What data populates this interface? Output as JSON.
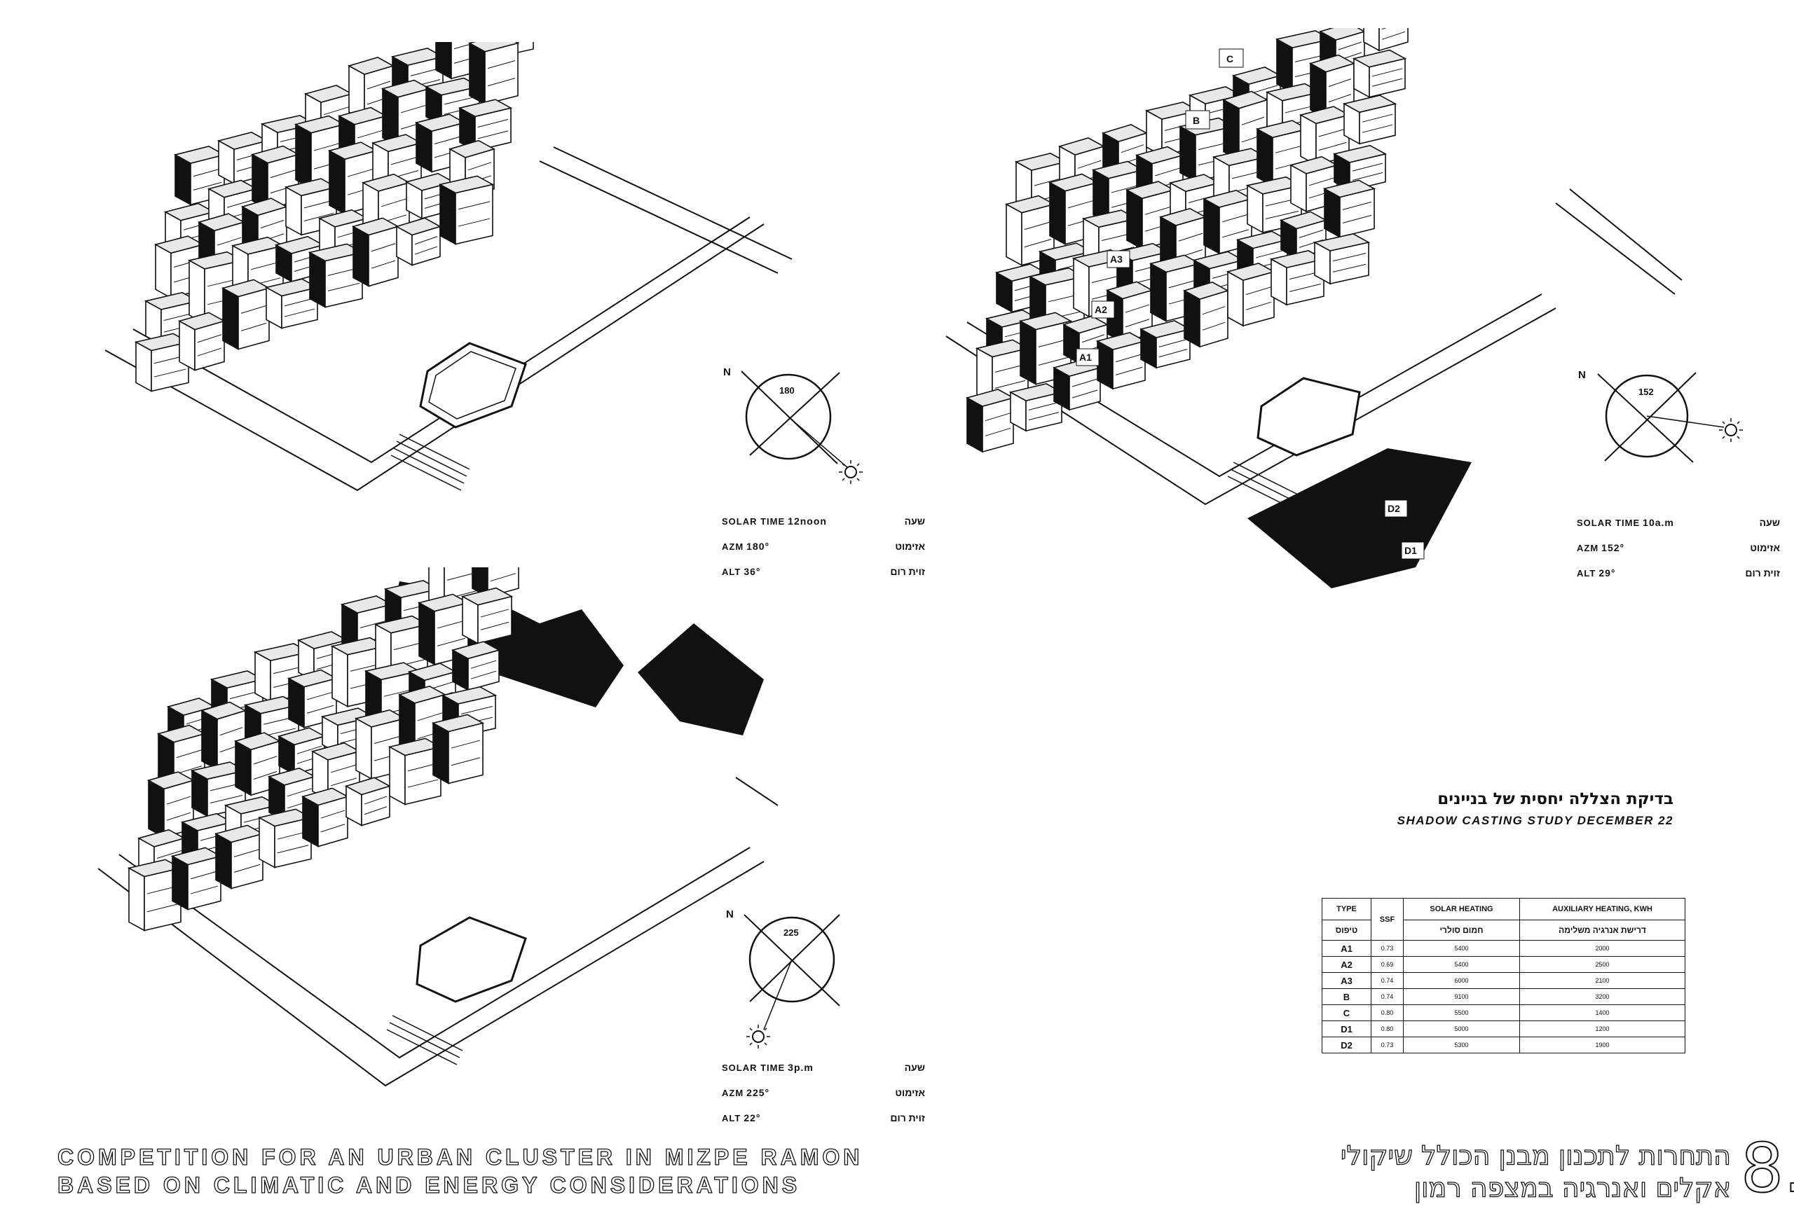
{
  "study": {
    "title_he": "בדיקת הצללה יחסית של בניינים",
    "title_en": "SHADOW CASTING STUDY DECEMBER 22"
  },
  "views": [
    {
      "id": "noon",
      "compass_n": "N",
      "azimuth_label": "180",
      "solar_time_label": "SOLAR TIME",
      "solar_time_value": "12noon",
      "solar_time_he": "שעה",
      "azm_label": "AZM",
      "azm_value": "180°",
      "azm_he": "אזימוט",
      "alt_label": "ALT",
      "alt_value": "36°",
      "alt_he": "זוית רום",
      "unit_labels": []
    },
    {
      "id": "morning",
      "compass_n": "N",
      "azimuth_label": "152",
      "solar_time_label": "SOLAR TIME",
      "solar_time_value": "10a.m",
      "solar_time_he": "שעה",
      "azm_label": "AZM",
      "azm_value": "152°",
      "azm_he": "אזימוט",
      "alt_label": "ALT",
      "alt_value": "29°",
      "alt_he": "זוית רום",
      "unit_labels": [
        "C",
        "B",
        "A3",
        "A2",
        "A1",
        "D2",
        "D1"
      ]
    },
    {
      "id": "afternoon",
      "compass_n": "N",
      "azimuth_label": "225",
      "solar_time_label": "SOLAR TIME",
      "solar_time_value": "3p.m",
      "solar_time_he": "שעה",
      "azm_label": "AZM",
      "azm_value": "225°",
      "azm_he": "אזימוט",
      "alt_label": "ALT",
      "alt_value": "22°",
      "alt_he": "זוית רום",
      "unit_labels": []
    }
  ],
  "table": {
    "headers_en": [
      "TYPE",
      "SSF",
      "SOLAR HEATING",
      "AUXILIARY  HEATING, KWH"
    ],
    "headers_he": [
      "טיפוס",
      "",
      "חמום סולרי",
      "דרישת אנרגיה משלימה"
    ],
    "rows": [
      {
        "type": "A1",
        "ssf": "0.73",
        "solar": "5400",
        "aux": "2000"
      },
      {
        "type": "A2",
        "ssf": "0.69",
        "solar": "5400",
        "aux": "2500"
      },
      {
        "type": "A3",
        "ssf": "0.74",
        "solar": "6000",
        "aux": "2100"
      },
      {
        "type": "B",
        "ssf": "0.74",
        "solar": "9100",
        "aux": "3200"
      },
      {
        "type": "C",
        "ssf": "0.80",
        "solar": "5500",
        "aux": "1400"
      },
      {
        "type": "D1",
        "ssf": "0.80",
        "solar": "5000",
        "aux": "1200"
      },
      {
        "type": "D2",
        "ssf": "0.73",
        "solar": "5300",
        "aux": "1900"
      }
    ]
  },
  "footer": {
    "en_line1": "COMPETITION FOR AN URBAN CLUSTER IN MIZPE RAMON",
    "en_line2": "BASED ON CLIMATIC AND ENERGY CONSIDERATIONS",
    "he_line1": "התחרות לתכנון מבנן הכולל שיקולי",
    "he_line2": "אקלים ואנרגיה במצפה רמון",
    "plate_number": "8."
  }
}
